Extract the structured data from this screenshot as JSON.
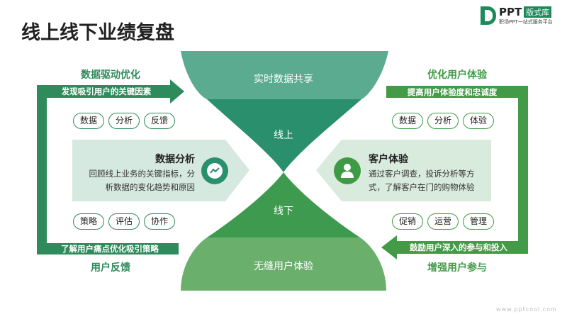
{
  "title": "线上线下业绩复盘",
  "logo": {
    "brand": "PPT",
    "badge": "版式库",
    "tagline": "职场PPT一站式服务平台"
  },
  "watermark": "www.pptcool.com",
  "center": {
    "top": "实时数据共享",
    "upper": "线上",
    "lower": "线下",
    "bottom": "无缝用户体验"
  },
  "left": {
    "top_heading": "数据驱动优化",
    "top_bar": "发现吸引用户的关键因素",
    "top_pills": [
      "数据",
      "分析",
      "反馈"
    ],
    "card_title": "数据分析",
    "card_text": [
      "回顾线上业务的关键指标，分",
      "析数据的变化趋势和原因"
    ],
    "bottom_pills": [
      "策略",
      "评估",
      "协作"
    ],
    "bottom_bar": "了解用户痛点优化吸引策略",
    "bottom_heading": "用户反馈",
    "icon": "trend-chart-icon"
  },
  "right": {
    "top_heading": "优化用户体验",
    "top_bar": "提高用户体验度和忠诚度",
    "top_pills": [
      "数据",
      "分析",
      "体验"
    ],
    "card_title": "客户体验",
    "card_text": [
      "通过客户调查，投诉分析等方",
      "式，了解客户在门的购物体验"
    ],
    "bottom_pills": [
      "促销",
      "运营",
      "管理"
    ],
    "bottom_bar": "鼓励用户深入的参与和投入",
    "bottom_heading": "增强用户参与",
    "icon": "user-icon"
  },
  "colors": {
    "teal": "#2a8f6c",
    "teal_light": "#5aab8f",
    "green": "#3e9a4e",
    "green_light": "#6ab06c",
    "card": "#d8ebe3"
  }
}
